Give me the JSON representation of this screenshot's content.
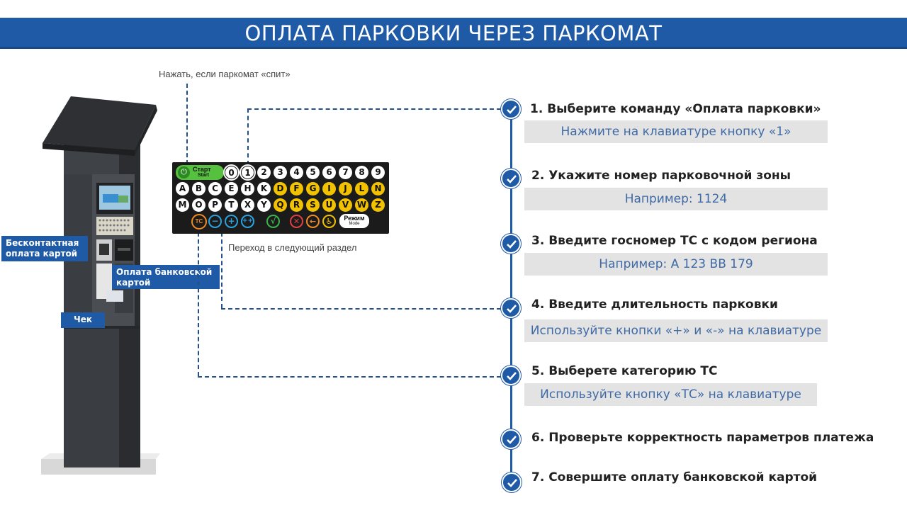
{
  "title": "ОПЛАТА ПАРКОВКИ ЧЕРЕЗ ПАРКОМАТ",
  "captions": {
    "wake": "Нажать, если паркомат «спит»",
    "next_section": "Переход в следующий раздел"
  },
  "callouts": {
    "contactless": "Бесконтактная оплата картой",
    "bank_card": "Оплата банковской картой",
    "receipt": "Чек"
  },
  "keypad": {
    "start_label": "Старт",
    "start_sublabel": "Start",
    "mode_label": "Режим",
    "mode_sublabel": "Mode",
    "tc_label": "ТС",
    "row1": [
      "0",
      "1",
      "2",
      "3",
      "4",
      "5",
      "6",
      "7",
      "8",
      "9"
    ],
    "row2": [
      "A",
      "B",
      "C",
      "E",
      "H",
      "K",
      "D",
      "F",
      "G",
      "I",
      "J",
      "L",
      "N"
    ],
    "row3": [
      "M",
      "O",
      "P",
      "T",
      "X",
      "Y",
      "Q",
      "R",
      "S",
      "U",
      "V",
      "W",
      "Z"
    ],
    "row4": [
      "−",
      "+",
      "++",
      "√",
      "✕",
      "←",
      "♿"
    ]
  },
  "steps": [
    {
      "title": "1. Выберите команду «Оплата парковки»",
      "hint": "Нажмите на клавиатуре кнопку «1»"
    },
    {
      "title": "2. Укажите номер парковочной зоны",
      "hint": "Например: 1124"
    },
    {
      "title": "3. Введите госномер ТС с кодом региона",
      "hint": "Например: А 123 ВВ 179"
    },
    {
      "title": "4. Введите длительность парковки",
      "hint": "Используйте кнопки «+» и «-» на клавиатуре"
    },
    {
      "title": "5. Выберете категорию ТС",
      "hint": "Используйте кнопку «ТС» на клавиатуре"
    },
    {
      "title": "6. Проверьте корректность параметров платежа",
      "hint": ""
    },
    {
      "title": "7. Совершите оплату банковской картой",
      "hint": ""
    }
  ],
  "colors": {
    "brand_blue": "#1f5aa6",
    "hint_bg": "#e3e3e3",
    "hint_text": "#3f6aa5",
    "key_yellow": "#f2c200",
    "key_green": "#55c13f"
  }
}
